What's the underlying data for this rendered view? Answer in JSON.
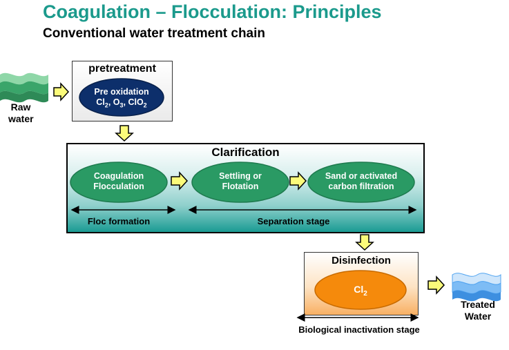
{
  "title": "Coagulation – Flocculation: Principles",
  "subtitle": "Conventional water treatment chain",
  "input": {
    "label_line1": "Raw",
    "label_line2": "water"
  },
  "pretreatment": {
    "title": "pretreatment",
    "ellipse_line1": "Pre oxidation",
    "chem": [
      "Cl",
      "2",
      ", O",
      "3",
      ", ClO",
      "2"
    ]
  },
  "clarification": {
    "title": "Clarification",
    "steps": [
      {
        "line1": "Coagulation",
        "line2": "Flocculation"
      },
      {
        "line1": "Settling or",
        "line2": "Flotation"
      },
      {
        "line1": "Sand or activated",
        "line2": "carbon filtration"
      }
    ],
    "stage_left": "Floc formation",
    "stage_right": "Separation stage"
  },
  "disinfection": {
    "title": "Disinfection",
    "chem_base": "Cl",
    "chem_sub": "2",
    "stage": "Biological inactivation stage"
  },
  "output": {
    "label_line1": "Treated",
    "label_line2": "Water"
  },
  "colors": {
    "title": "#1b9a8c",
    "navy_ellipse": "#0d2f6b",
    "green_ellipse": "#2a9a64",
    "orange_ellipse": "#f58a0c",
    "arrow_fill": "#fbfb7a",
    "water_green": "#3aa56a",
    "water_blue": "#4fa3f0"
  }
}
